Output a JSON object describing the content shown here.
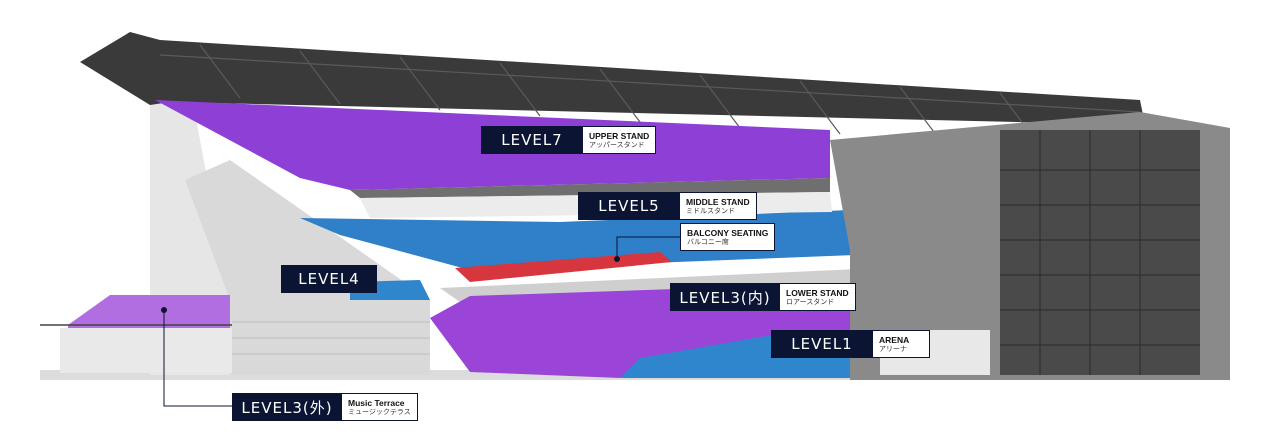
{
  "levels": {
    "level7": {
      "tag": "LEVEL7",
      "en": "UPPER STAND",
      "ja": "アッパースタンド"
    },
    "level5": {
      "tag": "LEVEL5",
      "en": "MIDDLE STAND",
      "ja": "ミドルスタンド"
    },
    "balcony": {
      "en": "BALCONY SEATING",
      "ja": "バルコニー席"
    },
    "level4": {
      "tag": "LEVEL4"
    },
    "level3_inner": {
      "tag": "LEVEL3(内)",
      "en": "LOWER STAND",
      "ja": "ロアースタンド"
    },
    "level1": {
      "tag": "LEVEL1",
      "en": "ARENA",
      "ja": "アリーナ"
    },
    "level3_outer": {
      "tag": "LEVEL3(外)",
      "en": "Music Terrace",
      "ja": "ミュージックテラス"
    }
  },
  "colors": {
    "navy": "#0b1533",
    "upper_purple": "#8e3fd6",
    "middle_blue": "#2f7fc9",
    "balcony_red": "#d8363f",
    "lower_purple": "#9b45d8",
    "arena_blue": "#2f86cc",
    "terrace_lilac": "#b06ee0",
    "roof_dark": "#3a3a3a",
    "structure_grey": "#cfcfcf"
  }
}
